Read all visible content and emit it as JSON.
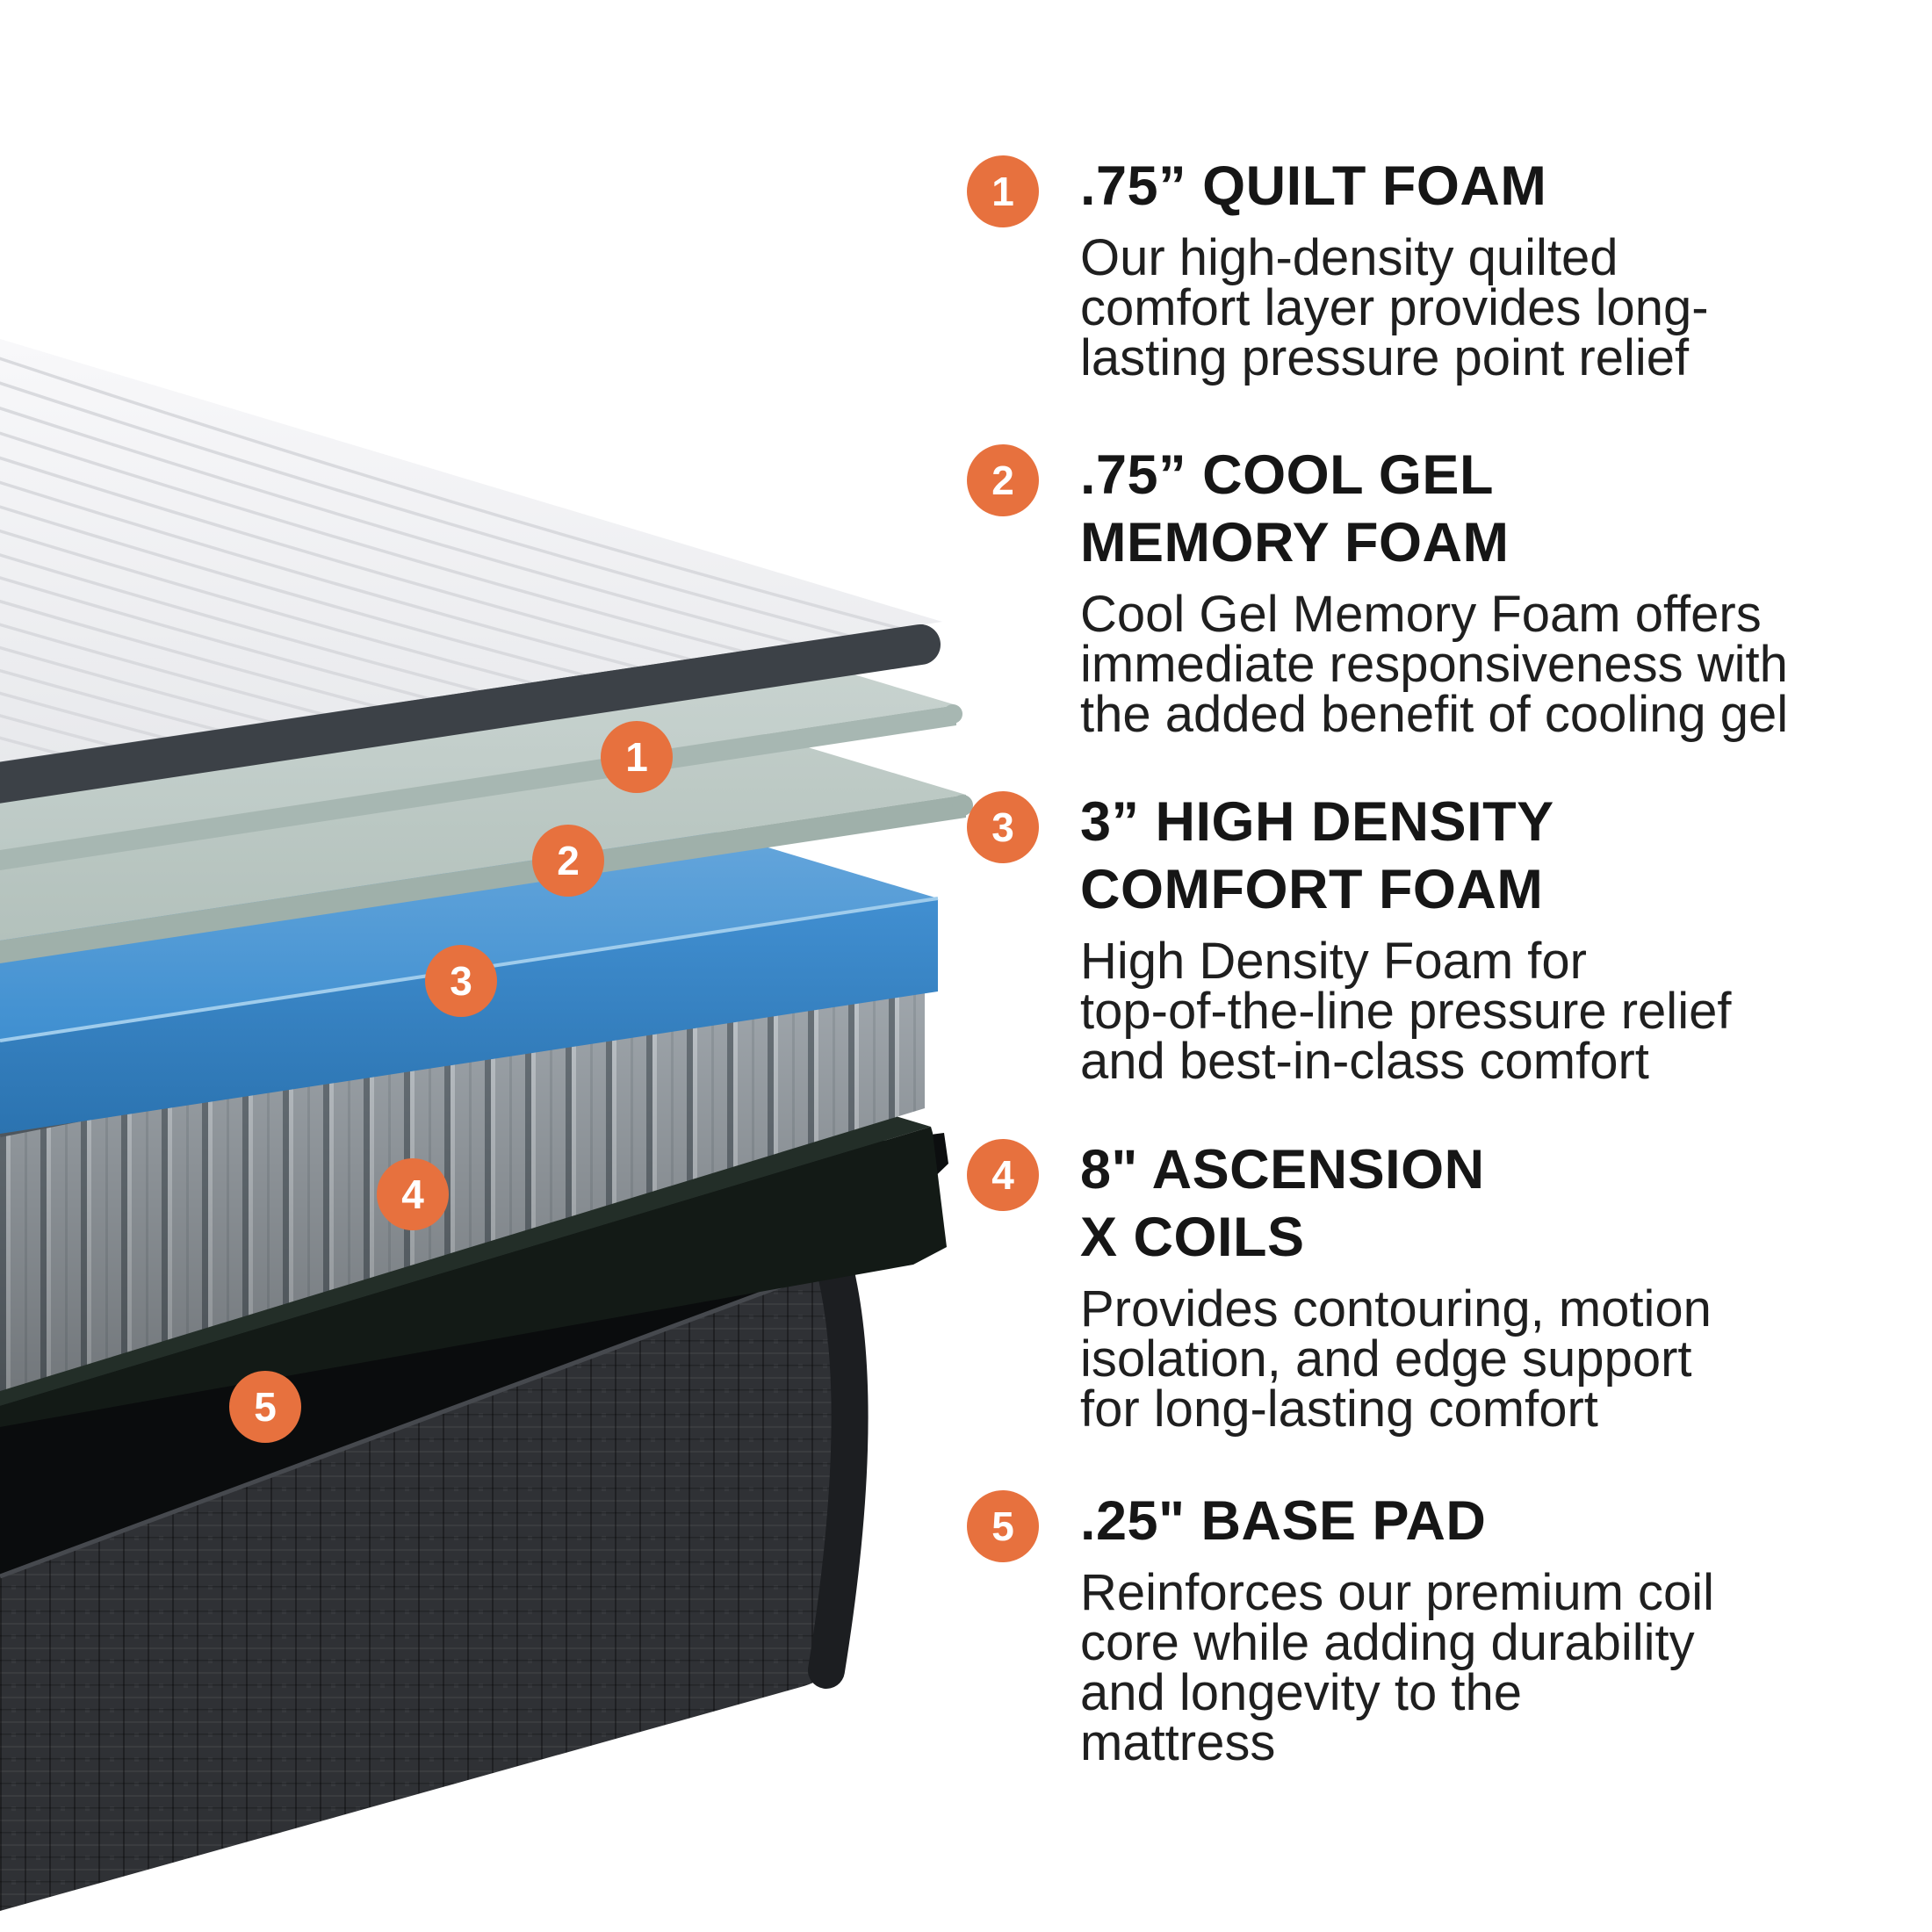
{
  "page": {
    "background": "#ffffff",
    "accent_color": "#E7713E",
    "text_color": "#1f1f1f"
  },
  "illustration": {
    "name": "mattress-exploded-layers",
    "layer_names": [
      "quilted-top-cover",
      "quilt-foam-sheet",
      "cool-gel-memory-foam-sheet",
      "high-density-comfort-foam",
      "ascension-x-coils",
      "base-pad",
      "foundation-box"
    ],
    "markers": [
      {
        "label": "1"
      },
      {
        "label": "2"
      },
      {
        "label": "3"
      },
      {
        "label": "4"
      },
      {
        "label": "5"
      }
    ]
  },
  "list": {
    "items": [
      {
        "number": "1",
        "heading": ".75” QUILT FOAM",
        "body": "Our high-density quilted\ncomfort layer provides long-\nlasting pressure point relief"
      },
      {
        "number": "2",
        "heading": ".75” COOL GEL\nMEMORY FOAM",
        "body": "Cool Gel Memory Foam offers\nimmediate responsiveness with\nthe added benefit of cooling gel"
      },
      {
        "number": "3",
        "heading": "3” HIGH DENSITY\nCOMFORT FOAM",
        "body": "High Density Foam for\ntop-of-the-line pressure relief\nand best-in-class comfort"
      },
      {
        "number": "4",
        "heading": "8\" ASCENSION\nX COILS",
        "body": "Provides contouring, motion\nisolation, and edge support\nfor long-lasting comfort"
      },
      {
        "number": "5",
        "heading": ".25\" BASE PAD",
        "body": "Reinforces our premium coil\ncore while adding durability\nand longevity to the\nmattress"
      }
    ]
  }
}
